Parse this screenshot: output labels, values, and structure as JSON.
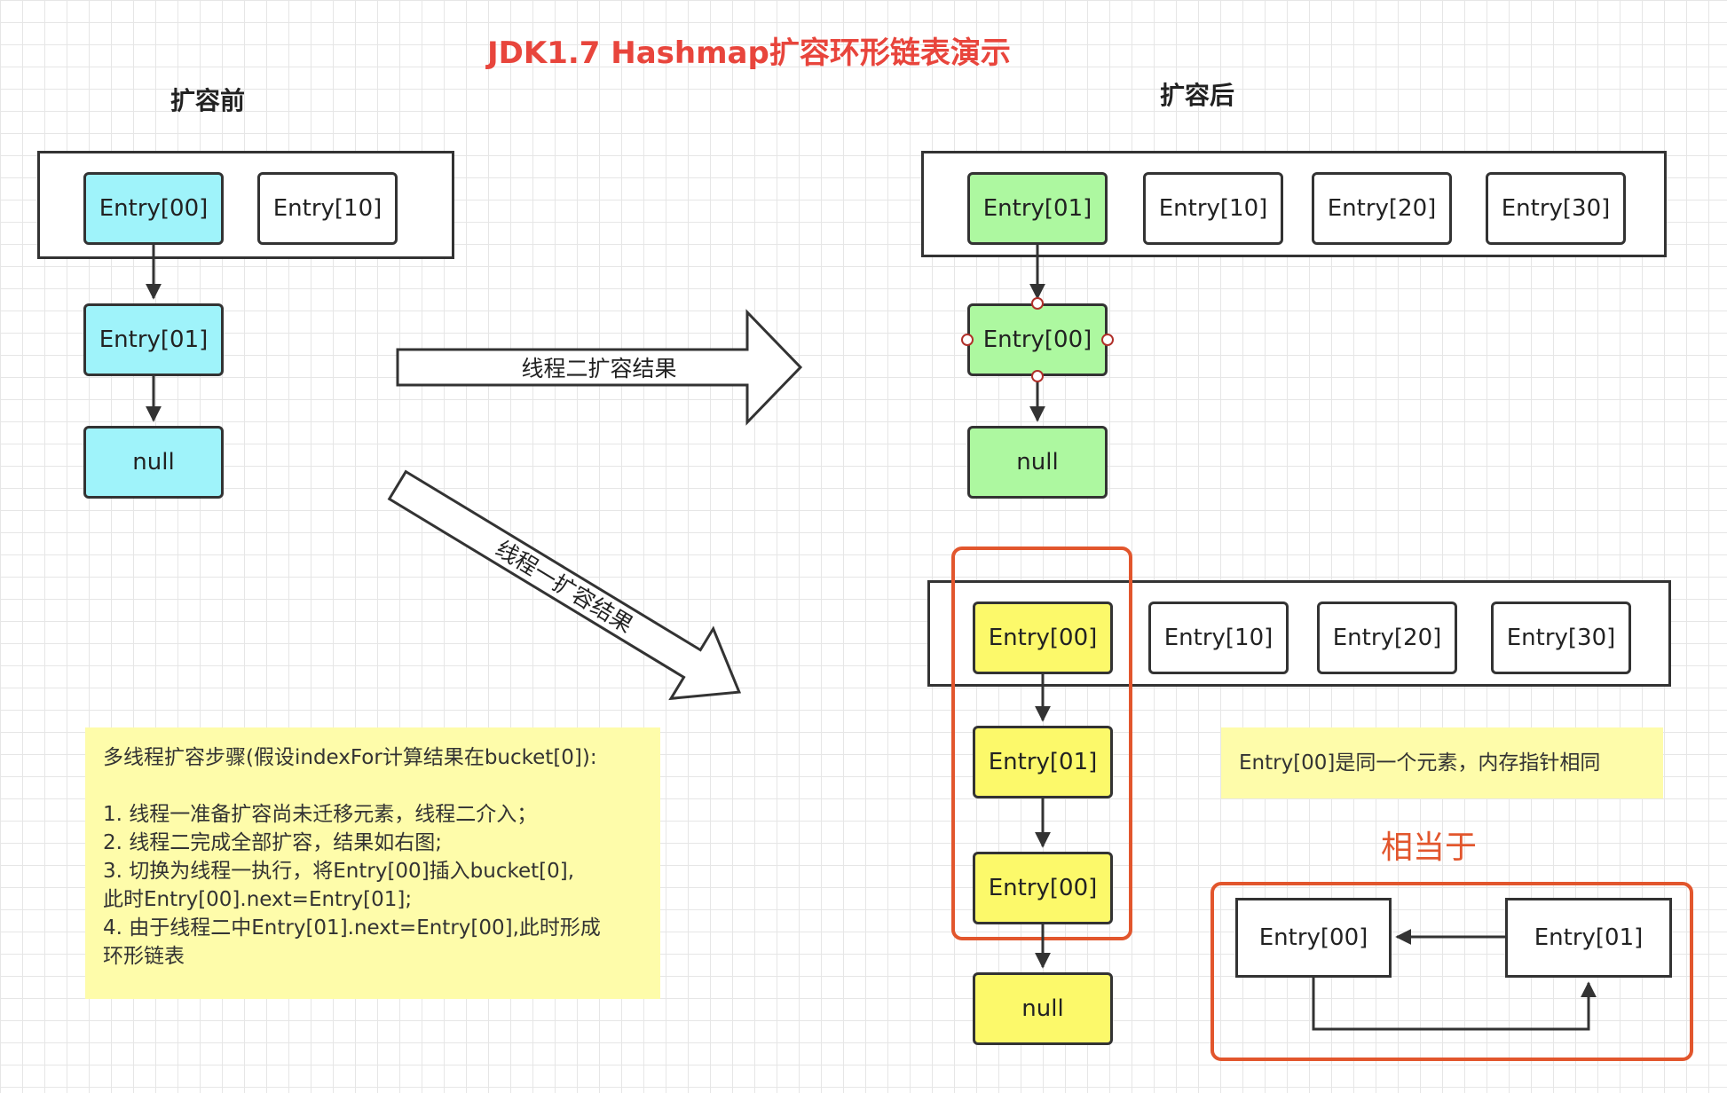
{
  "title": "JDK1.7 Hashmap扩容环形链表演示",
  "before_heading": "扩容前",
  "after_heading": "扩容后",
  "before": {
    "bucket": [
      "Entry[00]",
      "Entry[10]"
    ],
    "chain": [
      "Entry[01]",
      "null"
    ]
  },
  "thread2_result": {
    "arrow_label": "线程二扩容结果",
    "bucket": [
      "Entry[01]",
      "Entry[10]",
      "Entry[20]",
      "Entry[30]"
    ],
    "chain": [
      "Entry[00]",
      "null"
    ]
  },
  "thread1_result": {
    "arrow_label": "线程一扩容结果",
    "bucket": [
      "Entry[00]",
      "Entry[10]",
      "Entry[20]",
      "Entry[30]"
    ],
    "chain": [
      "Entry[01]",
      "Entry[00]",
      "null"
    ]
  },
  "steps_note": {
    "heading": "多线程扩容步骤(假设indexFor计算结果在bucket[0]):",
    "lines": [
      "1. 线程一准备扩容尚未迁移元素，线程二介入；",
      "2. 线程二完成全部扩容，结果如右图;",
      "3. 切换为线程一执行，将Entry[00]插入bucket[0],",
      "此时Entry[00].next=Entry[01];",
      "4. 由于线程二中Entry[01].next=Entry[00],此时形成",
      "环形链表"
    ]
  },
  "same_element_note": "Entry[00]是同一个元素，内存指针相同",
  "equivalent_label": "相当于",
  "cycle": {
    "left": "Entry[00]",
    "right": "Entry[01]"
  },
  "colors": {
    "title": "#e8453c",
    "cyan": "#9ff3fa",
    "green": "#adf8a0",
    "yellow": "#fcf96a",
    "note": "#fefcaa",
    "highlight": "#e2562d"
  }
}
